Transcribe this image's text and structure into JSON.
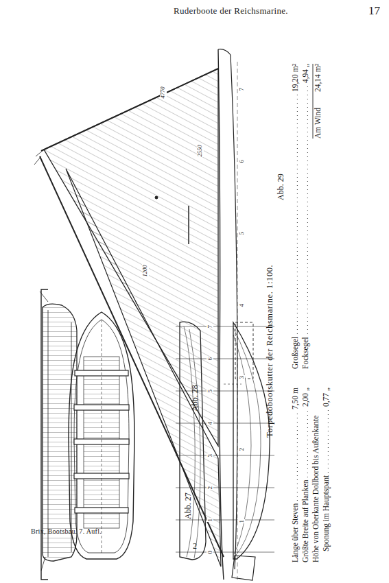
{
  "diagram": {
    "title": "Ruderboote der Reichsmarine.",
    "caption": "Torpedobootskutter der Reichsmarine. 1:100.",
    "labels": [
      "17",
      "Abb. 27",
      "Abb. 28",
      "Abb. 29",
      "Länge über Steven",
      "7,50 m",
      "Größte Breite auf Planken",
      "2,00 „",
      "Höhe von Oberkante Dollbord bis Außenkante",
      "Sponung im Hauptspant",
      "0,77 „",
      "Großsegel",
      "19,20 m²",
      "Focksegel",
      "4,94 „",
      "Am Wind",
      "24,14 m²",
      "Brix, Bootsbau. 7. Aufl.",
      "2",
      "0",
      "1",
      "2",
      "3",
      "4",
      "5",
      "6",
      "7",
      "1",
      "2",
      "3",
      "4",
      "5",
      "6",
      "7",
      "4770",
      "2550",
      "1200"
    ]
  }
}
